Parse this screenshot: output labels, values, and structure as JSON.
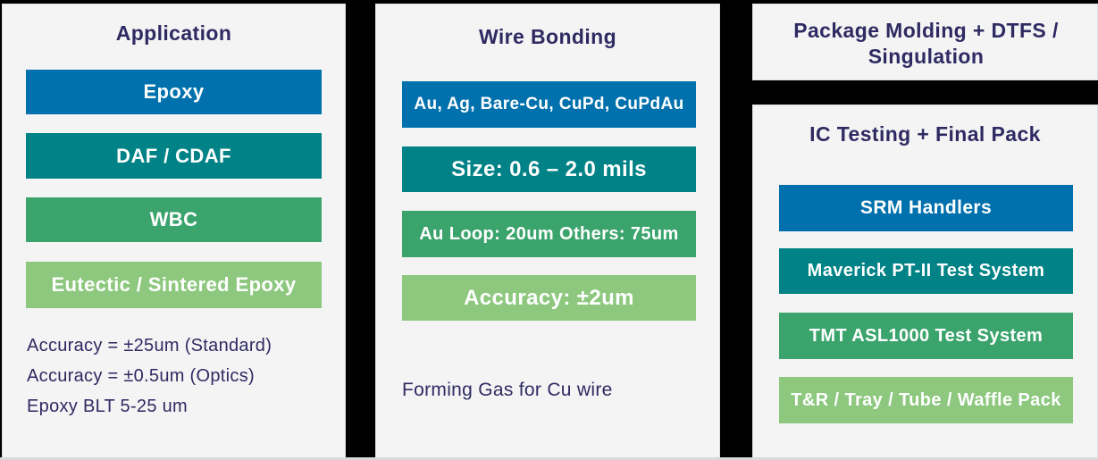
{
  "canvas": {
    "background": "#000000",
    "panel_background": "#f4f4f4",
    "panel_border": "#dedede",
    "title_color": "#2f2a62",
    "bar_text_color": "#ffffff"
  },
  "colors": {
    "blue": "#0071ad",
    "teal": "#008286",
    "green": "#3ba46d",
    "light_green": "#8dc87e"
  },
  "panels": {
    "application": {
      "title": "Application",
      "bars": [
        {
          "label": "Epoxy",
          "color": "#0071ad"
        },
        {
          "label": "DAF / CDAF",
          "color": "#008286"
        },
        {
          "label": "WBC",
          "color": "#3ba46d"
        },
        {
          "label": "Eutectic / Sintered Epoxy",
          "color": "#8dc87e"
        }
      ],
      "notes": [
        "Accuracy = ±25um (Standard)",
        "Accuracy = ±0.5um (Optics)",
        "Epoxy BLT 5-25 um"
      ]
    },
    "wire_bonding": {
      "title": "Wire Bonding",
      "bars": [
        {
          "label": "Au, Ag, Bare-Cu, CuPd, CuPdAu",
          "color": "#0071ad"
        },
        {
          "label": "Size: 0.6 – 2.0 mils",
          "color": "#008286"
        },
        {
          "label": "Au Loop: 20um Others: 75um",
          "color": "#3ba46d"
        },
        {
          "label": "Accuracy: ±2um",
          "color": "#8dc87e"
        }
      ],
      "notes": [
        "Forming Gas for Cu wire"
      ]
    },
    "package_molding": {
      "title": "Package Molding + DTFS / Singulation"
    },
    "ic_testing": {
      "title": "IC Testing + Final Pack",
      "bars": [
        {
          "label": "SRM Handlers",
          "color": "#0071ad"
        },
        {
          "label": "Maverick PT-II Test System",
          "color": "#008286"
        },
        {
          "label": "TMT ASL1000 Test System",
          "color": "#3ba46d"
        },
        {
          "label": "T&R / Tray / Tube / Waffle Pack",
          "color": "#8dc87e"
        }
      ]
    }
  }
}
